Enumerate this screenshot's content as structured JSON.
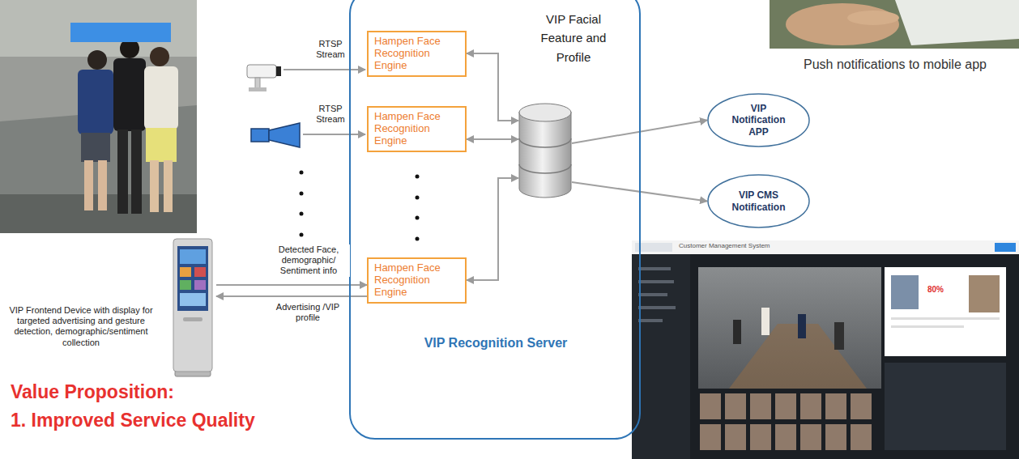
{
  "diagram": {
    "nodes": [
      {
        "text": [
          "VIP Recognition Server"
        ]
      },
      {
        "text": [
          "Hampen Face Recognition Engine"
        ],
        "in": 0
      },
      {
        "text": [
          "Hampen Face Recognition Engine"
        ],
        "in": 0
      },
      {
        "text": [
          "Hampen Face Recognition Engine"
        ],
        "in": 0
      },
      {
        "text": [
          "VIP Facial Feature and Profile"
        ],
        "in": 0
      },
      {
        "text": [
          "VIP Notification APP"
        ]
      },
      {
        "text": [
          "VIP CMS Notification"
        ]
      },
      {
        "text": [
          "VIP Frontend Device with display for targeted advertising and gesture detection, demographic/sentiment collection"
        ]
      }
    ],
    "edges": [
      {
        "from": 1,
        "to": 4,
        "arrow": "both"
      },
      {
        "from": 2,
        "to": 4,
        "arrow": "both"
      },
      {
        "from": 3,
        "to": 4,
        "arrow": "both"
      },
      {
        "from": 4,
        "to": 5,
        "arrow": "to"
      },
      {
        "from": 4,
        "to": 6,
        "arrow": "to"
      },
      {
        "from": 7,
        "to": 3,
        "label": "Detected Face, demographic/ Sentiment info",
        "arrow": "to"
      },
      {
        "from": 3,
        "to": 7,
        "label": "Advertising /VIP profile",
        "arrow": "to"
      }
    ],
    "labels": [
      "RTSP Stream",
      "RTSP Stream",
      "Push notifications to mobile app",
      "Value Proposition:",
      "1. Improved Service Quality",
      "Customer Management System",
      "80%"
    ]
  }
}
